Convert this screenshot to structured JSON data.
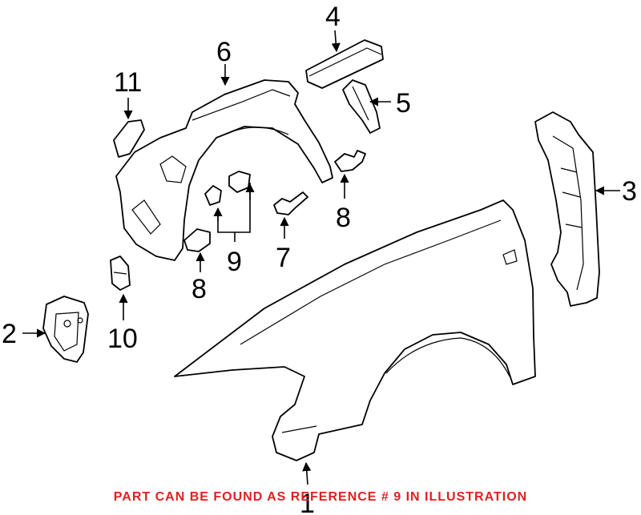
{
  "callouts": {
    "c1": "1",
    "c2": "2",
    "c3": "3",
    "c4": "4",
    "c5": "5",
    "c6": "6",
    "c7": "7",
    "c8a": "8",
    "c8b": "8",
    "c9": "9",
    "c10": "10",
    "c11": "11"
  },
  "caption": "PART CAN BE FOUND AS REFERENCE # 9 IN ILLUSTRATION",
  "colors": {
    "caption": "#e02020",
    "line": "#000000",
    "background": "#ffffff"
  }
}
